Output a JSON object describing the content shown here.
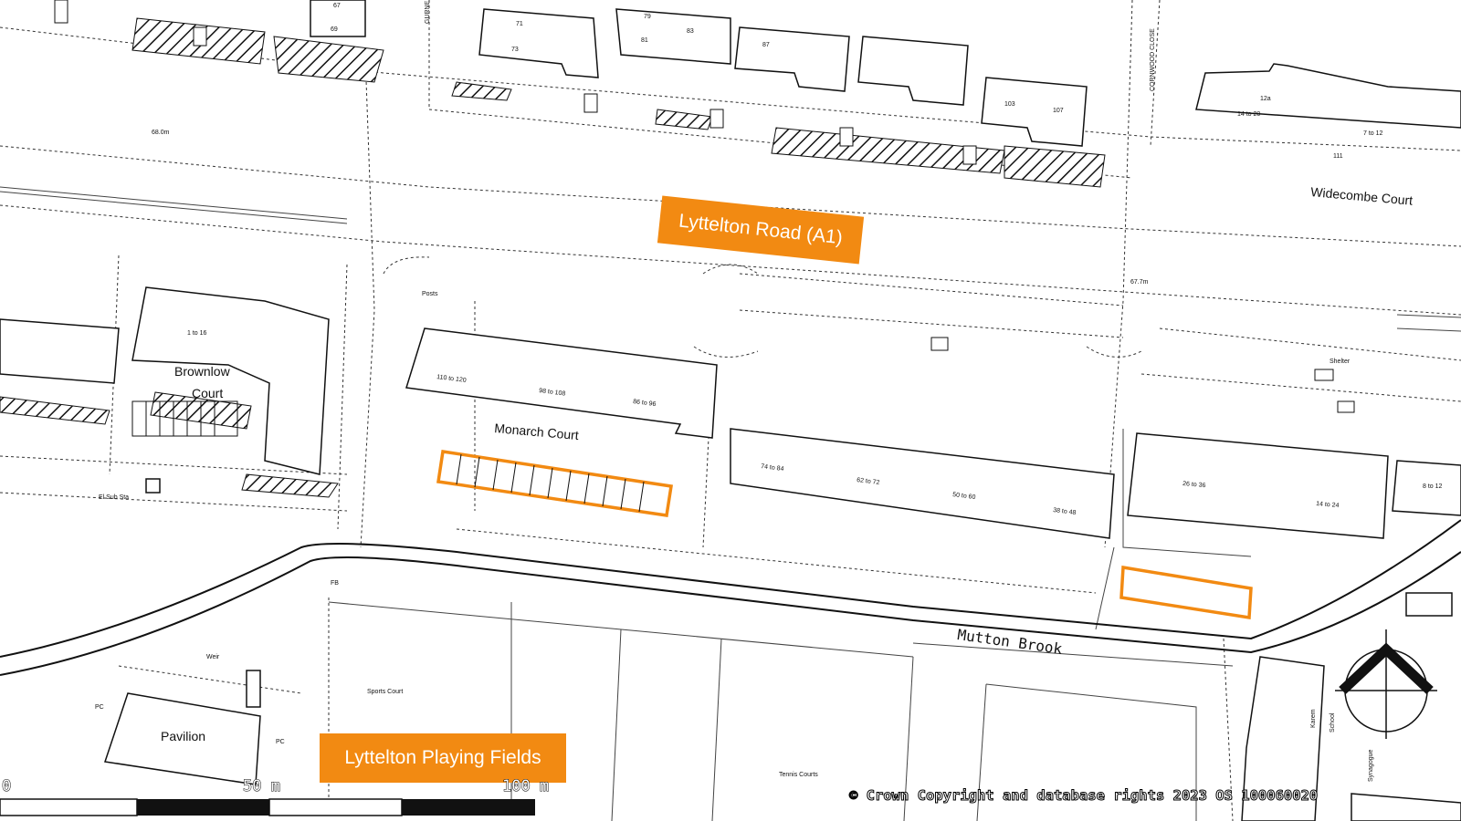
{
  "labels": {
    "road": "Lyttelton Road (A1)",
    "fields": "Lyttelton Playing Fields",
    "brook": "Mutton Brook",
    "monarch": "Monarch Court",
    "brownlow1": "Brownlow",
    "brownlow2": "Court",
    "widecombe": "Widecombe Court",
    "pavilion": "Pavilion",
    "sports_court": "Sports Court",
    "tennis_courts": "Tennis Courts",
    "posts": "Posts",
    "el_sub": "El Sub Sta",
    "fb": "FB",
    "weir": "Weir",
    "shelter": "Shelter",
    "cornwood": "CORNWOOD CLOSE",
    "gurney": "GURNE",
    "karem": "Karem",
    "school": "School",
    "synagogue": "Synagogue",
    "elev1": "68.0m",
    "elev2": "67.7m",
    "pc1": "PC",
    "pc2": "PC"
  },
  "house_numbers": {
    "n67": "67",
    "n69": "69",
    "n71": "71",
    "n73": "73",
    "n79": "79",
    "n81": "81",
    "n83": "83",
    "n87": "87",
    "n103": "103",
    "n107": "107",
    "n12a": "12a",
    "n14_20": "14 to 20",
    "n7_12": "7 to 12",
    "n111": "111",
    "n1_16": "1 to 16",
    "n110_120": "110 to 120",
    "n98_108": "98 to 108",
    "n86_96": "86 to 96",
    "n74_84": "74 to 84",
    "n62_72": "62 to 72",
    "n50_60": "50 to 60",
    "n38_48": "38 to 48",
    "n26_36": "26 to 36",
    "n14_24": "14 to 24",
    "n8_12": "8 to 12"
  },
  "scale": {
    "zero": "0",
    "mid": "50 m",
    "end": "100 m"
  },
  "copyright": "© Crown Copyright and database rights 2023 OS 100060020",
  "colors": {
    "highlight": "#f28a12",
    "line": "#111111"
  },
  "icons": {
    "north": "north-arrow-icon"
  }
}
